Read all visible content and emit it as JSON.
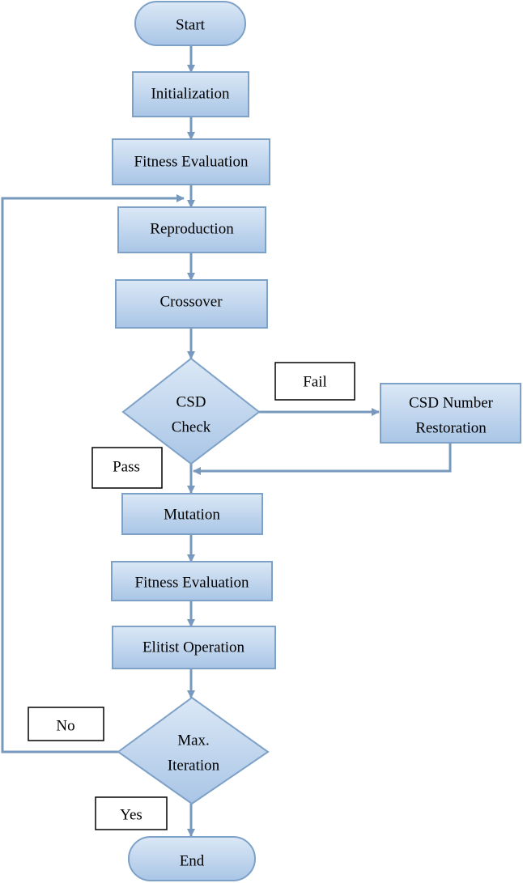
{
  "colors": {
    "fill_top": "#dbe8f6",
    "fill_bottom": "#a9c5e6",
    "stroke": "#7ea1c7",
    "arrow": "#7799be",
    "label_box_stroke": "#000000",
    "text": "#000000"
  },
  "nodes": {
    "start": "Start",
    "initialization": "Initialization",
    "fitness_eval_1": "Fitness Evaluation",
    "reproduction": "Reproduction",
    "crossover": "Crossover",
    "csd_check": [
      "CSD",
      "Check"
    ],
    "csd_restoration": [
      "CSD Number",
      "Restoration"
    ],
    "mutation": "Mutation",
    "fitness_eval_2": "Fitness Evaluation",
    "elitist": "Elitist Operation",
    "max_iteration": [
      "Max.",
      "Iteration"
    ],
    "end": "End"
  },
  "edge_labels": {
    "fail": "Fail",
    "pass": "Pass",
    "no": "No",
    "yes": "Yes"
  }
}
